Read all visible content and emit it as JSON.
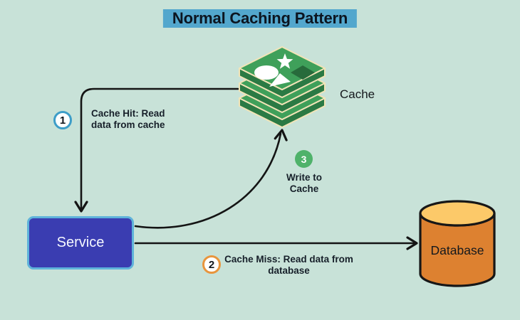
{
  "title": "Normal Caching Pattern",
  "nodes": {
    "cache": {
      "label": "Cache"
    },
    "service": {
      "label": "Service"
    },
    "database": {
      "label": "Database"
    }
  },
  "steps": [
    {
      "number": "1",
      "label": "Cache Hit: Read\ndata from cache"
    },
    {
      "number": "2",
      "label": "Cache Miss: Read data from\ndatabase"
    },
    {
      "number": "3",
      "label": "Write to\nCache"
    }
  ],
  "colors": {
    "background": "#c8e2d8",
    "title_highlight": "#53a7cd",
    "service_fill": "#3a3db1",
    "service_border": "#5fb3da",
    "database_fill": "#dd8130",
    "database_top": "#fcc969",
    "cache_layer_green": "#3fa05a",
    "cache_layer_dark": "#2b7a44",
    "cache_outline": "#f2e4b7",
    "step1_ring": "#3d9dc8",
    "step2_ring": "#e8953d",
    "step3_fill": "#4fb26a",
    "arrow": "#141414"
  }
}
